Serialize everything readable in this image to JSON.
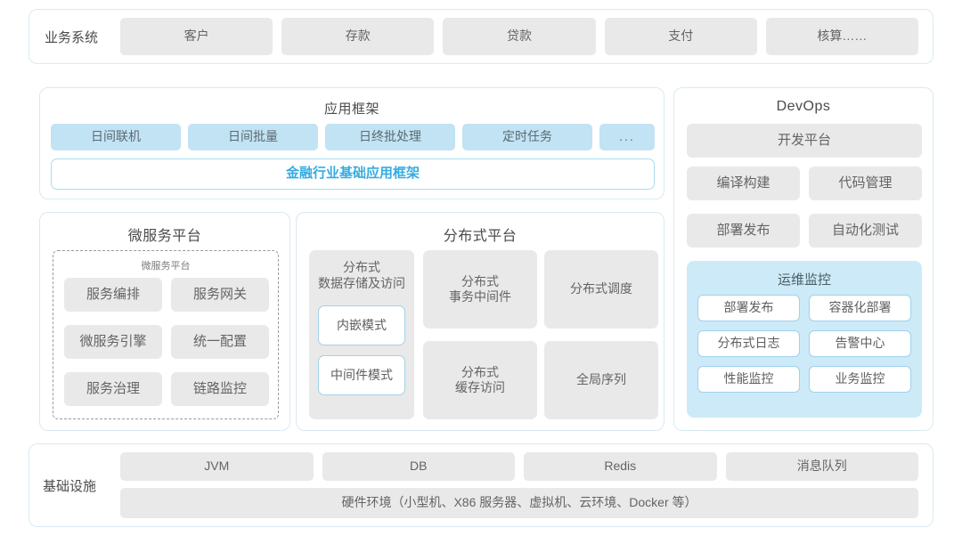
{
  "business_systems": {
    "label": "业务系统",
    "items": [
      "客户",
      "存款",
      "贷款",
      "支付",
      "核算……"
    ]
  },
  "app_framework": {
    "title": "应用框架",
    "items": [
      "日间联机",
      "日间批量",
      "日终批处理",
      "定时任务",
      "..."
    ],
    "base_framework": "金融行业基础应用框架"
  },
  "devops": {
    "title": "DevOps",
    "dev_platform": "开发平台",
    "row1": [
      "编译构建",
      "代码管理"
    ],
    "row2": [
      "部署发布",
      "自动化测试"
    ],
    "ops_monitor": {
      "title": "运维监控",
      "row1": [
        "部署发布",
        "容器化部署"
      ],
      "row2": [
        "分布式日志",
        "告警中心"
      ],
      "row3": [
        "性能监控",
        "业务监控"
      ]
    }
  },
  "microservice_platform": {
    "title": "微服务平台",
    "inner_title": "微服务平台",
    "row1": [
      "服务编排",
      "服务网关"
    ],
    "row2": [
      "微服务引擎",
      "统一配置"
    ],
    "row3": [
      "服务治理",
      "链路监控"
    ]
  },
  "distributed_platform": {
    "title": "分布式平台",
    "data_storage": {
      "title": "分布式\n数据存储及访问",
      "title_line1": "分布式",
      "title_line2": "数据存储及访问",
      "modes": [
        "内嵌模式",
        "中间件模式"
      ]
    },
    "cells": [
      {
        "line1": "分布式",
        "line2": "事务中间件"
      },
      {
        "line1": "分布式调度",
        "line2": ""
      },
      {
        "line1": "分布式",
        "line2": "缓存访问"
      },
      {
        "line1": "全局序列",
        "line2": ""
      }
    ]
  },
  "infrastructure": {
    "label": "基础设施",
    "items": [
      "JVM",
      "DB",
      "Redis",
      "消息队列"
    ],
    "hardware": "硬件环境（小型机、X86 服务器、虚拟机、云环境、Docker 等）"
  },
  "colors": {
    "panel_border": "#d8eaf2",
    "gray_pill": "#e9e9e9",
    "blue_pill": "#c2e3f4",
    "accent_cyan": "#36ace0",
    "ops_panel": "#cdeaf8"
  }
}
